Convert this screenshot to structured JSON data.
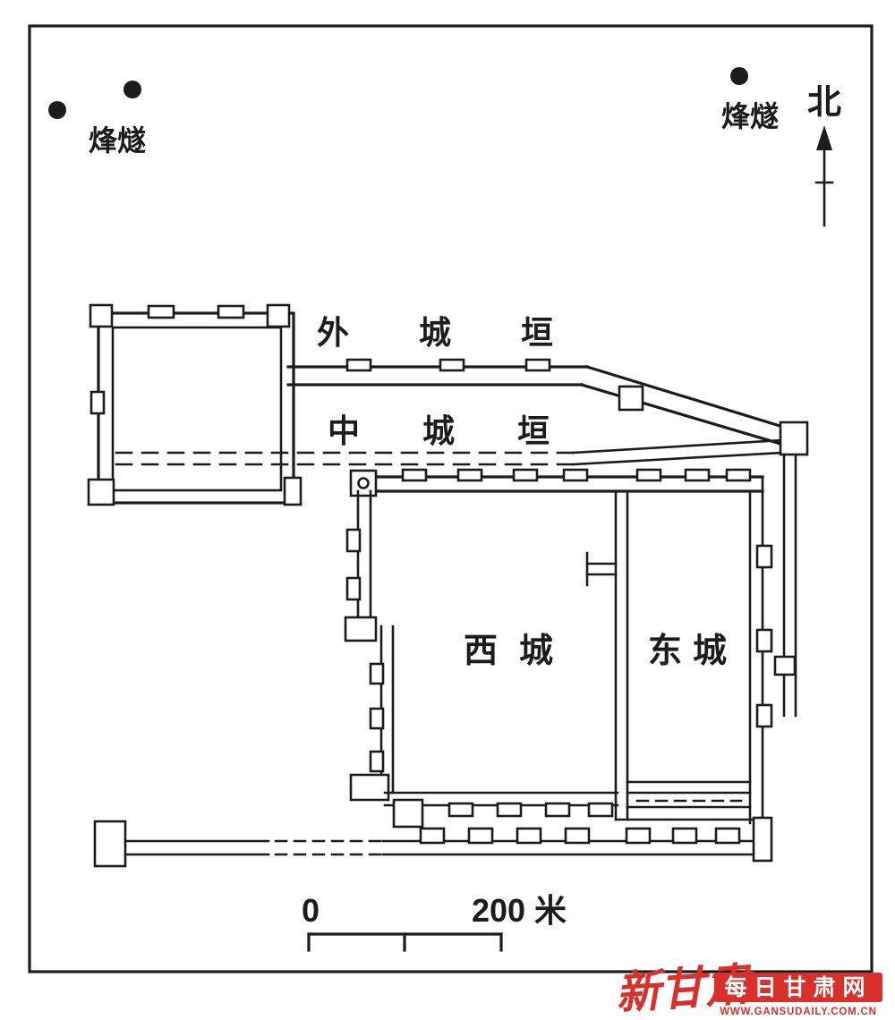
{
  "figure": {
    "type": "archaeological-site-plan",
    "north_label": "北",
    "beacons": {
      "left_label": "烽燧",
      "right_label": "烽燧"
    },
    "walls": {
      "outer_wall_label": "外城垣",
      "middle_wall_label": "中城垣"
    },
    "cities": {
      "west_label": "西城",
      "east_label": "东城"
    },
    "scale_bar": {
      "start_label": "0",
      "end_label": "200 米"
    }
  },
  "watermark": {
    "script_logo": "新甘肃",
    "badge": "每日甘肃网",
    "url": "WWW.GANSUDAILY.COM.CN"
  },
  "colors": {
    "ink": "#1c1c1c",
    "paper": "#ffffff",
    "red": "#d9302c"
  }
}
